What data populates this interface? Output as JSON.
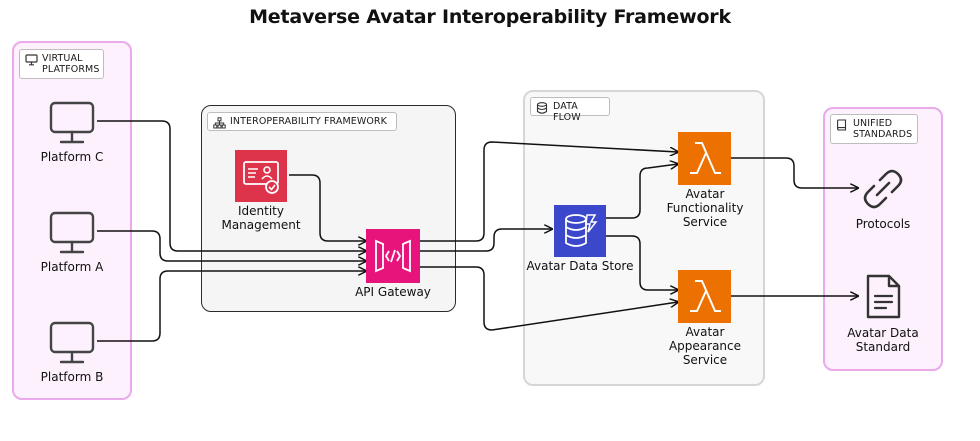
{
  "title": "Metaverse Avatar Interoperability Framework",
  "groups": {
    "virtual": "VIRTUAL PLATFORMS",
    "interop": "INTEROPERABILITY FRAMEWORK",
    "flow": "DATA FLOW",
    "unified": "UNIFIED STANDARDS"
  },
  "nodes": {
    "platform_c": "Platform C",
    "platform_a": "Platform A",
    "platform_b": "Platform B",
    "identity": "Identity Management",
    "gateway": "API Gateway",
    "datastore": "Avatar Data Store",
    "functionality": "Avatar Functionality Service",
    "appearance": "Avatar Appearance Service",
    "protocols": "Protocols",
    "standard": "Avatar Data Standard"
  },
  "colors": {
    "identity": "#dd344c",
    "gateway": "#e7157b",
    "datastore": "#3b48cc",
    "lambda": "#ed7100",
    "group_pink": "#e9a9eb"
  }
}
